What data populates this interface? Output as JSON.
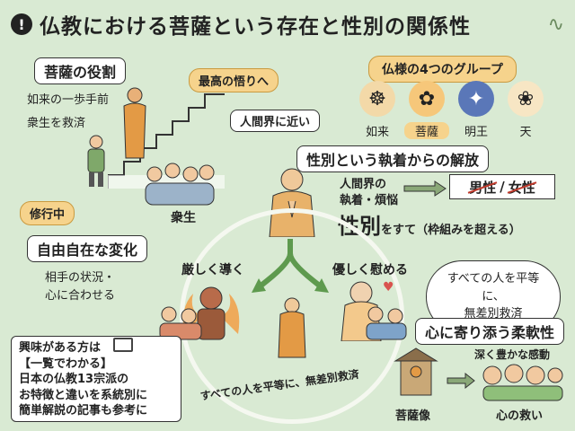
{
  "title": "仏教における菩薩という存在と性別の関係性",
  "title_badge": "!",
  "role": {
    "heading": "菩薩の役割",
    "line1": "如来の一歩手前",
    "line2": "衆生を救済",
    "practice": "修行中",
    "goal": "最高の悟りへ",
    "near": "人間界に近い",
    "people": "衆生"
  },
  "groups": {
    "heading": "仏様の4つのグループ",
    "items": [
      {
        "label": "如来",
        "icon": "buddha-icon"
      },
      {
        "label": "菩薩",
        "icon": "bodhisattva-icon"
      },
      {
        "label": "明王",
        "icon": "wisdom-king-icon"
      },
      {
        "label": "天",
        "icon": "deva-icon"
      }
    ]
  },
  "gender": {
    "heading": "性別という執着からの解放",
    "attachment_line1": "人間界の",
    "attachment_line2": "執着・煩悩",
    "male": "男性",
    "slash": "/",
    "female": "女性",
    "discard_big": "性別",
    "discard_rest": "をすて（枠組みを超える）"
  },
  "change": {
    "heading": "自由自在な変化",
    "line1": "相手の状況・",
    "line2": "心に合わせる",
    "strict": "厳しく導く",
    "gentle": "優しく慰める",
    "cloud_line1": "すべての人を平等に、",
    "cloud_line2": "無差別救済",
    "circle_text": "すべての人を平等に、無差別救済"
  },
  "flex": {
    "heading": "心に寄り添う柔軟性",
    "statue": "菩薩像",
    "emotion": "深く豊かな感動",
    "salvation": "心の救い"
  },
  "info": {
    "line1": "興味がある方は",
    "line2": "【一覧でわかる】",
    "line3": "日本の仏教13宗派の",
    "line4": "お特徴と違いを系統別に",
    "line5": "簡単解説の記事も参考に"
  },
  "colors": {
    "background": "#d9ead3",
    "accent_gold": "#f6d38c",
    "strike_red": "#c0392b",
    "arrow_green": "#5e9a4e"
  }
}
